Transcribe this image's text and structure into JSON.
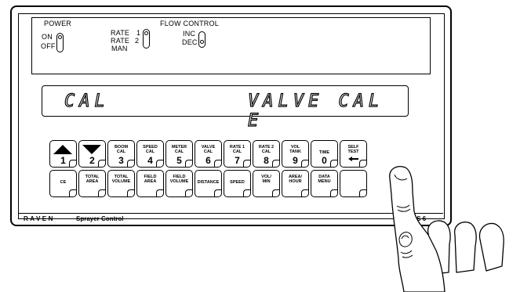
{
  "power": {
    "title": "POWER",
    "on": "ON",
    "off": "OFF"
  },
  "flow": {
    "title": "FLOW CONTROL",
    "rate1_label": "RATE",
    "rate1_num": "1",
    "rate2_label": "RATE",
    "rate2_num": "2",
    "man": "MAN",
    "inc": "INC",
    "dec": "DEC"
  },
  "display": {
    "left": "CAL",
    "right": "VALVE CAL E"
  },
  "top_row": [
    {
      "cap": "",
      "num": "1",
      "icon": "up-arrow-icon"
    },
    {
      "cap": "",
      "num": "2",
      "icon": "down-arrow-icon"
    },
    {
      "cap": "BOOM\nCAL",
      "num": "3"
    },
    {
      "cap": "SPEED\nCAL",
      "num": "4"
    },
    {
      "cap": "METER\nCAL",
      "num": "5"
    },
    {
      "cap": "VALVE\nCAL",
      "num": "6"
    },
    {
      "cap": "RATE 1\nCAL",
      "num": "7"
    },
    {
      "cap": "RATE 2\nCAL",
      "num": "8"
    },
    {
      "cap": "VOL\nTANK",
      "num": "9"
    },
    {
      "cap": "TIME",
      "num": "0"
    },
    {
      "cap": "SELF\nTEST",
      "num": "",
      "icon": "backspace-arrow-icon"
    }
  ],
  "bottom_row": [
    {
      "cap": "CE"
    },
    {
      "cap": "TOTAL\nAREA"
    },
    {
      "cap": "TOTAL\nVOLUME"
    },
    {
      "cap": "FIELD\nAREA"
    },
    {
      "cap": "FIELD\nVOLUME"
    },
    {
      "cap": "DISTANCE"
    },
    {
      "cap": "SPEED"
    },
    {
      "cap": "VOL/\nMIN"
    },
    {
      "cap": "AREA/\nHOUR"
    },
    {
      "cap": "DATA\nMENU"
    },
    {
      "cap": ""
    }
  ],
  "footer": {
    "brand": "RAVEN",
    "product": "Sprayer Control",
    "model": "SCS 6"
  }
}
